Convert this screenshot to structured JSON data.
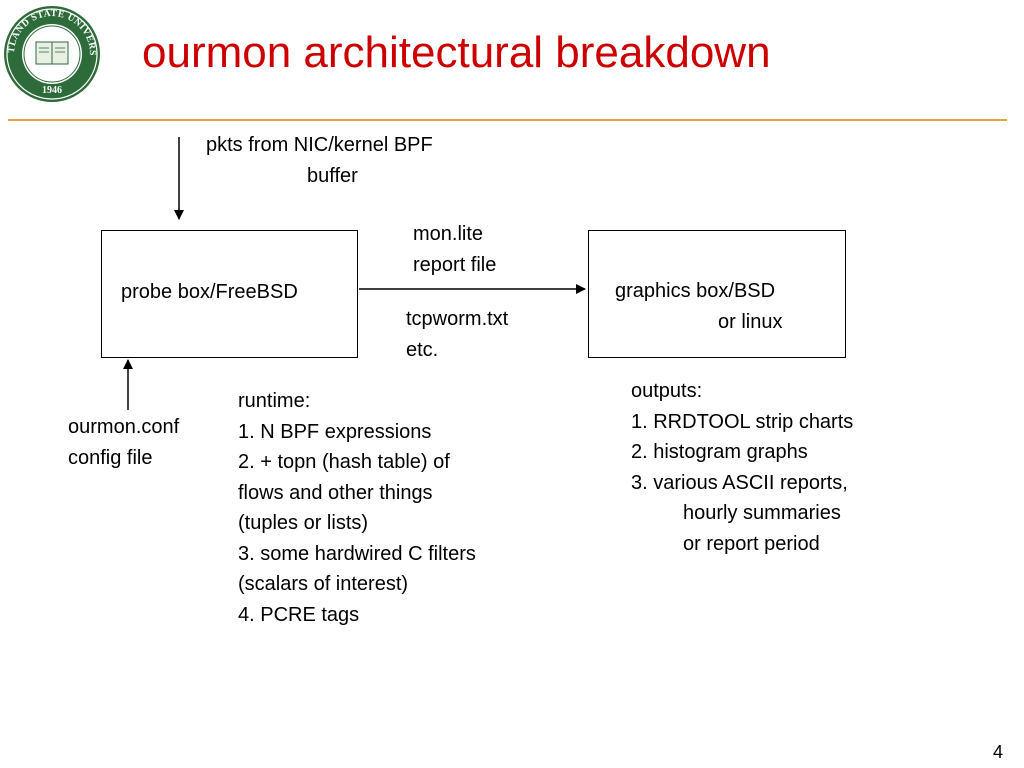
{
  "slide": {
    "title": "ourmon architectural breakdown",
    "page_number": "4",
    "colors": {
      "title": "#cc0000",
      "rule": "#e8a33c",
      "seal": "#2e6b3a"
    },
    "logo": {
      "icon": "university-seal-icon",
      "top_text": "PORTLAND STATE UNIVERSITY",
      "year": "1946"
    }
  },
  "diagram": {
    "input_label": [
      "pkts from NIC/kernel BPF",
      "buffer"
    ],
    "probe_box": "probe box/FreeBSD",
    "graphics_box": [
      "graphics box/BSD",
      "or linux"
    ],
    "transfer_top": [
      "mon.lite",
      "report file"
    ],
    "transfer_bottom": [
      "tcpworm.txt",
      "etc."
    ],
    "config_label": [
      "ourmon.conf",
      "config file"
    ],
    "runtime": [
      "runtime:",
      "1. N BPF expressions",
      "2. + topn (hash table) of",
      "flows and other things",
      "(tuples or lists)",
      "3. some hardwired C filters",
      "(scalars of interest)",
      "4. PCRE tags"
    ],
    "outputs": [
      "outputs:",
      "1. RRDTOOL strip charts",
      "2. histogram graphs",
      "3. various ASCII reports,",
      "hourly summaries",
      "or report period"
    ]
  }
}
